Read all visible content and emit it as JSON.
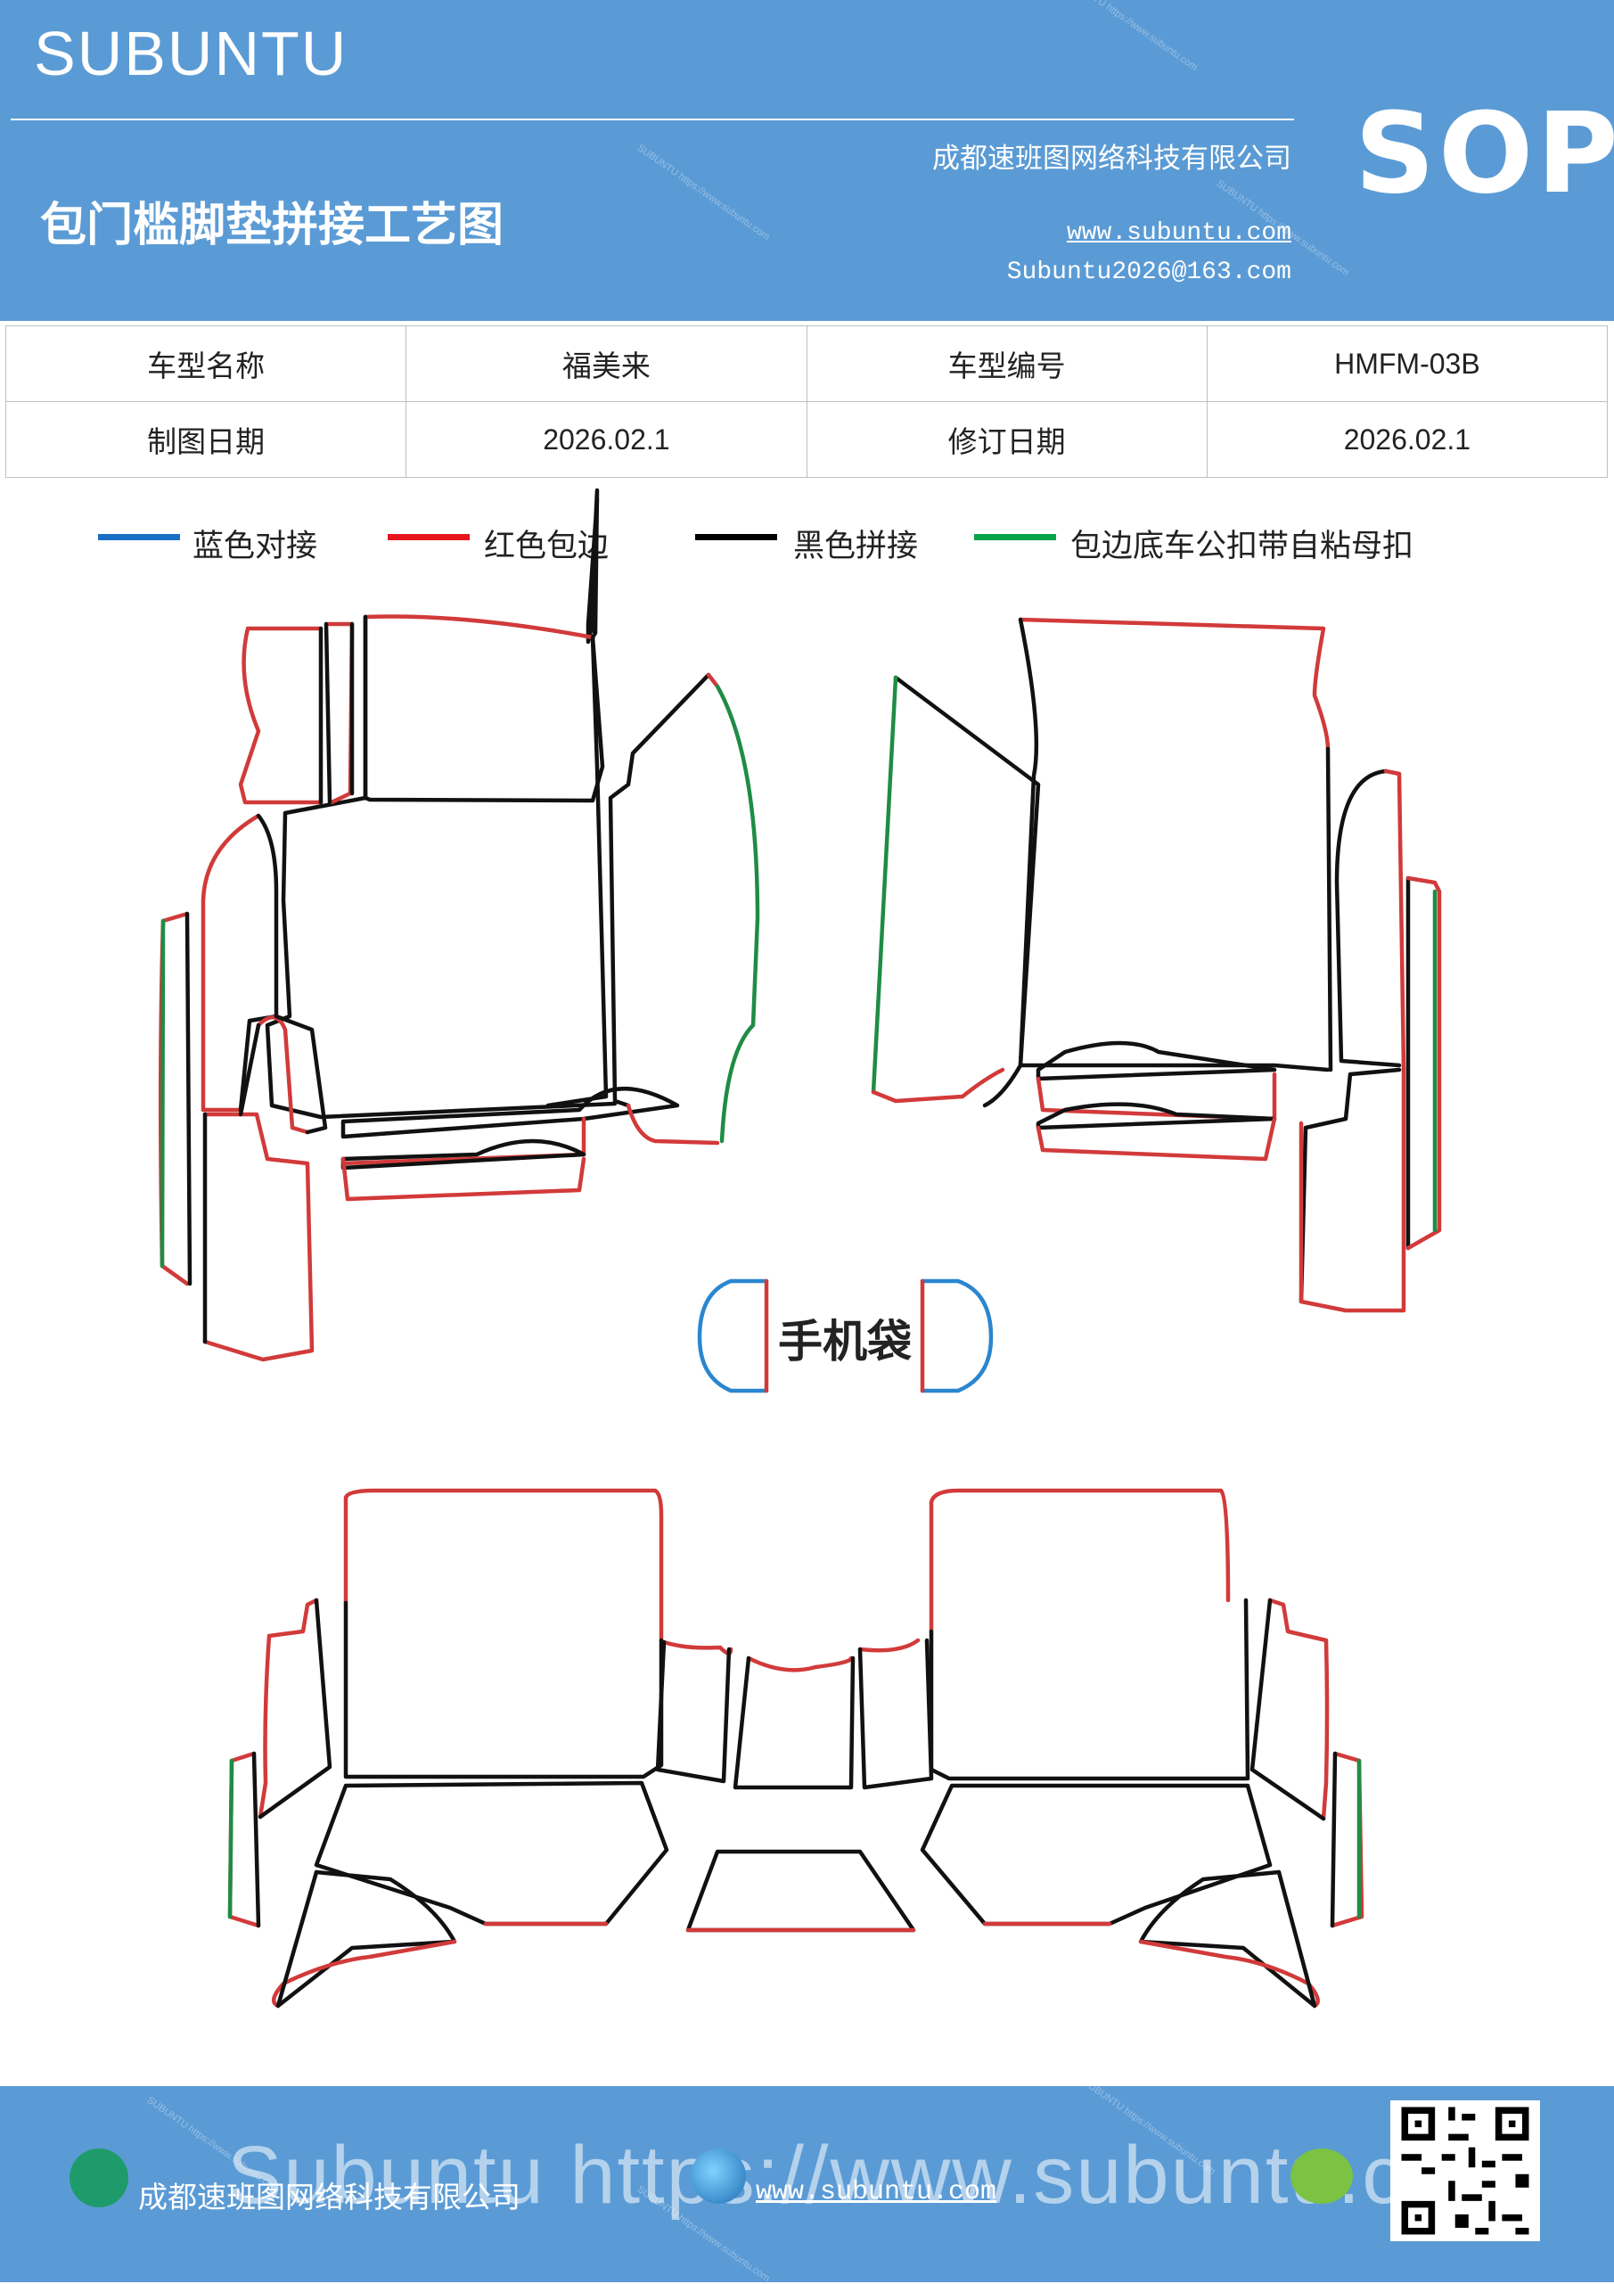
{
  "header": {
    "brand": "SUBUNTU",
    "doc_title": "包门槛脚垫拼接工艺图",
    "company": "成都速班图网络科技有限公司",
    "website": "www.subuntu.com",
    "email": "Subuntu2026@163.com",
    "badge": "SOP"
  },
  "info_table": {
    "rows": [
      [
        "车型名称",
        "福美来",
        "车型编号",
        "HMFM-03B"
      ],
      [
        "制图日期",
        "2026.02.1",
        "修订日期",
        "2026.02.1"
      ]
    ]
  },
  "legend": [
    {
      "label": "蓝色对接",
      "color": "#1a6fc4"
    },
    {
      "label": "红色包边",
      "color": "#e8141b"
    },
    {
      "label": "黑色拼接",
      "color": "#000000"
    },
    {
      "label": "包边底车公扣带自粘母扣",
      "color": "#0aa14b"
    }
  ],
  "diagram": {
    "phone_pocket_label": "手机袋",
    "colors": {
      "outline": "#111111",
      "edge": "#d23a3a",
      "green": "#1f8c45",
      "blue": "#2a86cf"
    }
  },
  "footer": {
    "company": "成都速班图网络科技有限公司",
    "website": "www.subuntu.com",
    "big_url": "Subuntu https://www.subuntu.com"
  }
}
